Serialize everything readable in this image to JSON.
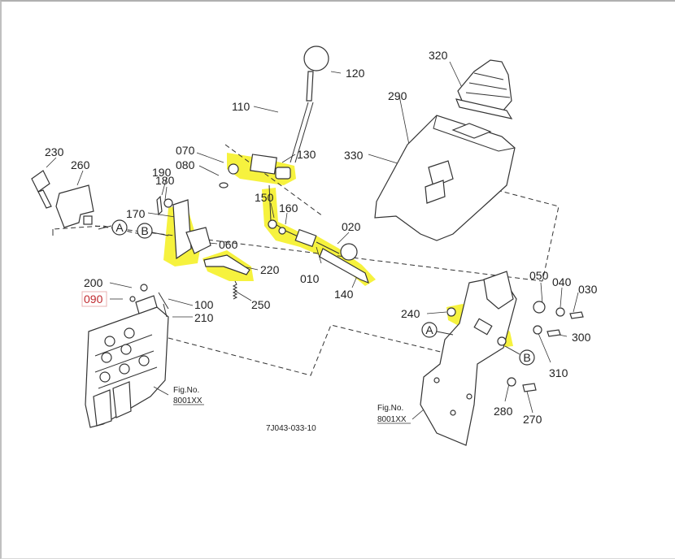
{
  "diagram": {
    "part_labels": {
      "p120": "120",
      "p110": "110",
      "p320": "320",
      "p290": "290",
      "p330": "330",
      "p230": "230",
      "p260": "260",
      "p070": "070",
      "p080": "080",
      "p130": "130",
      "p190": "190",
      "p180": "180",
      "p150": "150",
      "p160": "160",
      "p020": "020",
      "p170": "170",
      "p060": "060",
      "p220": "220",
      "p010": "010",
      "p140": "140",
      "p200": "200",
      "p090": "090",
      "p100": "100",
      "p250": "250",
      "p210": "210",
      "p050": "050",
      "p040": "040",
      "p030": "030",
      "p240": "240",
      "p300": "300",
      "p310": "310",
      "p280": "280",
      "p270": "270"
    },
    "callouts": {
      "a_left": "A",
      "b_left": "B",
      "a_right": "A",
      "b_right": "B"
    },
    "fig_refs": {
      "left": {
        "line1": "Fig.No.",
        "line2": "8001XX"
      },
      "right": {
        "line1": "Fig.No.",
        "line2": "8001XX"
      }
    },
    "drawing_code": "7J043-033-10",
    "highlight_color": "#f4f01c",
    "emphasis_color": "#c0282d"
  }
}
